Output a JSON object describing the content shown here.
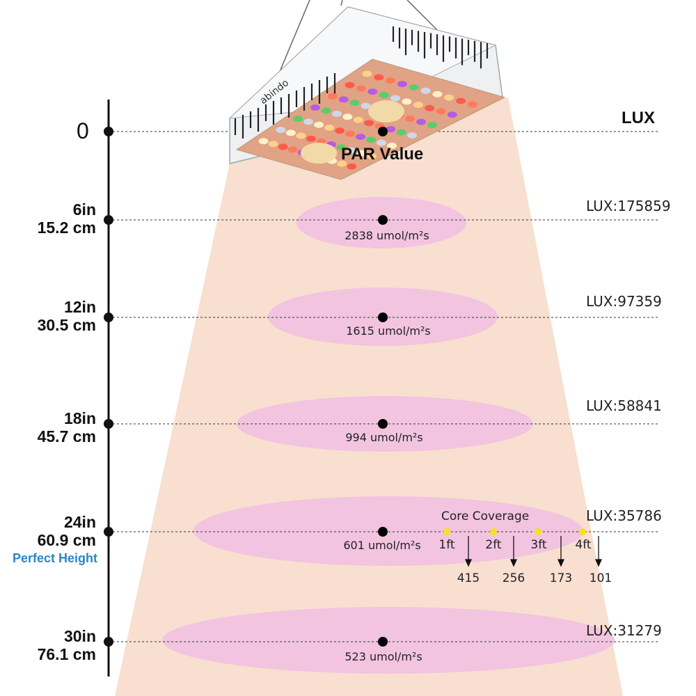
{
  "lux_header": "LUX",
  "par_title": "PAR Value",
  "zero_label": "0",
  "perfect_height_label": "Perfect Height",
  "levels": [
    {
      "inches": "6in",
      "cm": "15.2 cm",
      "par": "2838 umol/m²s",
      "lux": "LUX:175859"
    },
    {
      "inches": "12in",
      "cm": "30.5 cm",
      "par": "1615 umol/m²s",
      "lux": "LUX:97359"
    },
    {
      "inches": "18in",
      "cm": "45.7 cm",
      "par": "994 umol/m²s",
      "lux": "LUX:58841"
    },
    {
      "inches": "24in",
      "cm": "60.9 cm",
      "par": "601 umol/m²s",
      "lux": "LUX:35786"
    },
    {
      "inches": "30in",
      "cm": "76.1 cm",
      "par": "523 umol/m²s",
      "lux": "LUX:31279"
    }
  ],
  "core_coverage": {
    "title": "Core Coverage",
    "points": [
      {
        "label": "1ft",
        "value": "415"
      },
      {
        "label": "2ft",
        "value": "256"
      },
      {
        "label": "3ft",
        "value": "173"
      },
      {
        "label": "4ft",
        "value": "101"
      }
    ]
  },
  "colors": {
    "light_cone": "#f8dfd0",
    "ellipse": "#f2c4e0",
    "coverage_dot": "#f6e21a",
    "perfect_height": "#2a86c8"
  }
}
